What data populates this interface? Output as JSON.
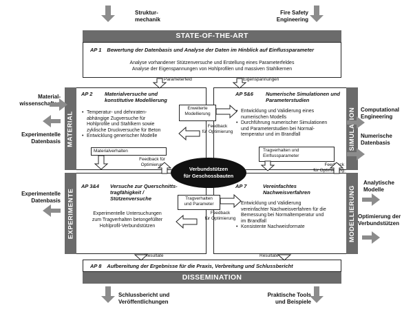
{
  "inputs": {
    "strukturmechanik": "Struktur-\nmechanik",
    "fire_safety": "Fire Safety\nEngineering",
    "materialwissenschaften": "Material-\nwissenschaften",
    "exp_datenbasis_top": "Experimentelle\nDatenbasis",
    "exp_datenbasis_mid": "Experimentelle\nDatenbasis",
    "computational": "Computational\nEngineering",
    "num_datenbasis": "Numerische\nDatenbasis",
    "analytische": "Analytische\nModelle",
    "optimierung_vs": "Optimierung der\nVerbundstützen",
    "schlussbericht": "Schlussbericht und\nVeröffentlichungen",
    "praktische": "Praktische Tools\nund Beispiele"
  },
  "bars": {
    "state_of_the_art": "STATE-OF-THE-ART",
    "dissemination": "DISSEMINATION"
  },
  "sides": {
    "material": "MATERIAL",
    "experimente": "EXPERIMENTE",
    "simulation": "SIMULATION",
    "modellierung": "MODELLIERUNG"
  },
  "ap1": {
    "num": "AP 1",
    "title": "Bewertung der Datenbasis und Analyse der Daten im Hinblick auf Einflussparameter",
    "body": "Analyse vorhandener Stützenversuche und Erstellung eines Parameterfeldes\nAnalyse der Eigenspannungen von Hohlprofilen und massiven Stahlkernen"
  },
  "ap2": {
    "num": "AP 2",
    "title": "Materialversuche und\nkonstitutive Modellierung",
    "bullets": [
      "Temperatur- und dehnraten-\nabhängige Zugversuche für\nHohlprofile und Stahlkern sowie\nzyklische Druckversuche für Beton",
      "Entwicklung generischer Modelle"
    ]
  },
  "ap56": {
    "num": "AP 5&6",
    "title": "Numerische Simulationen und\nParameterstudien",
    "bullets": [
      "Entwicklung und Validierung eines\nnumerischen Modells",
      "Durchführung numerischer Simulationen\nund Parameterstudien bei Normal-\ntemperatur und im Brandfall"
    ]
  },
  "ap34": {
    "num": "AP 3&4",
    "title": "Versuche zur Querschnitts-\ntragfähigkeit /\nStützenversuche",
    "body": "Experimentelle Untersuchungen\nzum Tragverhalten betongefüllter\nHohlprofil-Verbundstützen"
  },
  "ap7": {
    "num": "AP 7",
    "title": "Vereinfachtes\nNachweisverfahren",
    "bullets": [
      "Entwicklung und Validierung\nvereinfachter Nachweisverfahren für die\nBemessung bei Normaltemperatur und\nim Brandfall",
      "Konsistente Nachweisformate"
    ]
  },
  "ap8": {
    "num": "AP 8",
    "title": "Aufbereitung der Ergebnisse für die Praxis, Verbreitung und Schlussbericht"
  },
  "center": "Verbundstützen\nfür Geschossbauten",
  "flows": {
    "parameterfeld": "Parameterfeld",
    "eigenspannungen": "Eigenspannungen",
    "erweiterte_modellierung": "Erweiterte\nModellierung",
    "feedback_top": "Feedback\nfür Optimierung",
    "materialverhalten": "Materialverhalten",
    "feedback_left": "Feedback für\nOptimierung",
    "tragverhalten_einfluss": "Tragverhalten und\nEinflussparameter",
    "feedback_right": "Feedback\nfür Optimierung",
    "tragverhalten_parameter": "Tragverhalten\nund Parameter",
    "feedback_bottom": "Feedback\nfür Optimierung",
    "resultate_left": "Resultate",
    "resultate_right": "Resultate"
  },
  "colors": {
    "bar_gray": "#6b6b6b",
    "arrow_gray": "#8c8c8c",
    "center_black": "#111111"
  }
}
